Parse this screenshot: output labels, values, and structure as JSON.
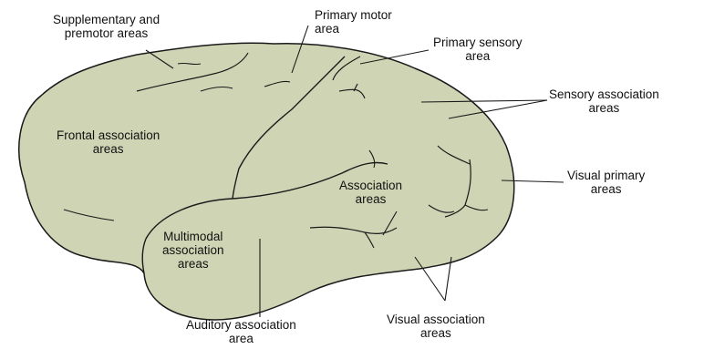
{
  "colors": {
    "brain_fill": "#cfd5b4",
    "outline": "#1a1a1a",
    "text": "#111111"
  },
  "labels": {
    "supplementary": "Supplementary and\npremotor areas",
    "primary_motor": "Primary motor\narea",
    "primary_sensory": "Primary sensory\narea",
    "sensory_assoc": "Sensory association\nareas",
    "frontal_assoc": "Frontal association\nareas",
    "visual_primary": "Visual primary\nareas",
    "association": "Association\nareas",
    "multimodal": "Multimodal\nassociation\nareas",
    "auditory_assoc": "Auditory association\narea",
    "visual_assoc": "Visual association\nareas"
  }
}
